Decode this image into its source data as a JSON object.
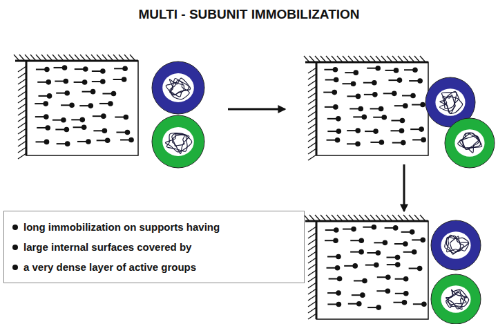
{
  "diagram": {
    "title": "MULTI - SUBUNIT IMMOBILIZATION",
    "nodes": [
      {
        "text": [
          "long immobilization on supports having",
          "large internal surfaces covered by",
          "a very dense layer of active groups"
        ]
      }
    ]
  }
}
